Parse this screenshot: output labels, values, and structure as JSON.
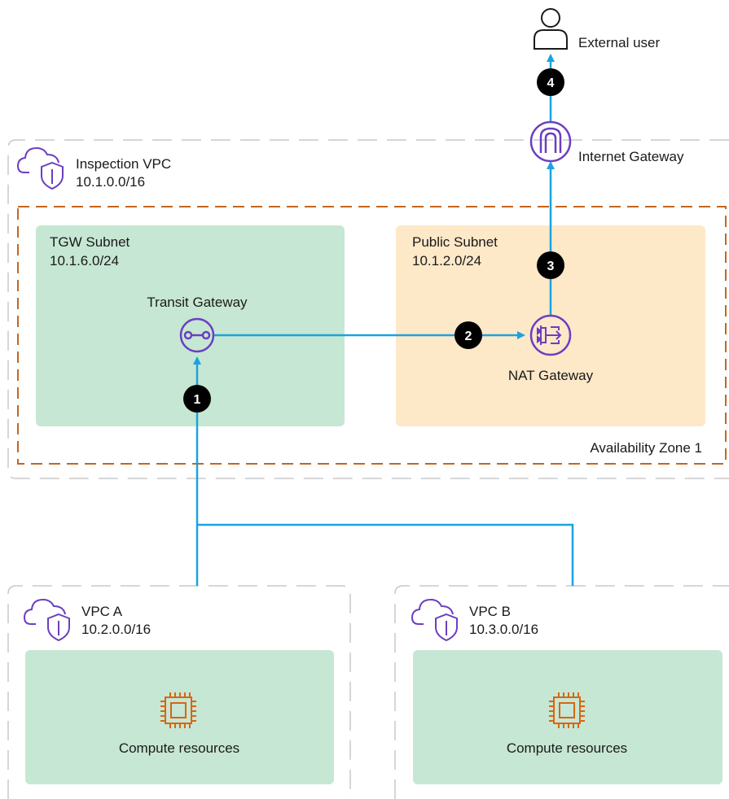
{
  "external_user": {
    "label": "External user"
  },
  "internet_gateway": {
    "label": "Internet Gateway"
  },
  "inspection_vpc": {
    "name": "Inspection VPC",
    "cidr": "10.1.0.0/16"
  },
  "availability_zone": {
    "label": "Availability Zone 1"
  },
  "tgw_subnet": {
    "name": "TGW Subnet",
    "cidr": "10.1.6.0/24"
  },
  "public_subnet": {
    "name": "Public Subnet",
    "cidr": "10.1.2.0/24"
  },
  "transit_gateway": {
    "label": "Transit Gateway"
  },
  "nat_gateway": {
    "label": "NAT Gateway"
  },
  "vpc_a": {
    "name": "VPC A",
    "cidr": "10.2.0.0/16",
    "resources_label": "Compute resources"
  },
  "vpc_b": {
    "name": "VPC B",
    "cidr": "10.3.0.0/16",
    "resources_label": "Compute resources"
  },
  "steps": [
    "1",
    "2",
    "3",
    "4"
  ],
  "icons": {
    "user": "user-icon",
    "cloud_shield": "vpc-cloud-shield-icon",
    "internet_gateway": "internet-gateway-icon",
    "transit_gateway": "transit-gateway-icon",
    "nat_gateway": "nat-gateway-icon",
    "chip": "compute-chip-icon"
  },
  "colors": {
    "flow_line": "#1aa3e0",
    "aws_purple": "#6b3fc0",
    "az_border": "#c3661f",
    "vpc_border": "#c8c8c8",
    "subnet_green": "#c6e7d3",
    "subnet_orange": "#fde8c8",
    "chip_orange": "#d86613",
    "step_badge": "#000000"
  }
}
